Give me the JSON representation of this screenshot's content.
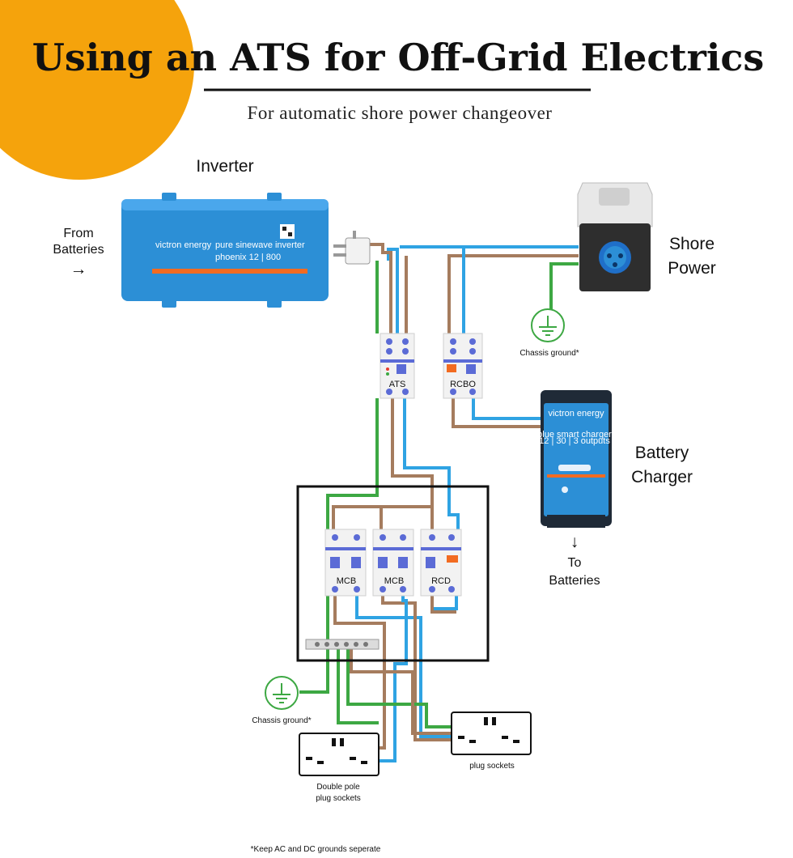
{
  "title": "Using an ATS for Off-Grid Electrics",
  "subtitle": "For automatic shore power changeover",
  "colors": {
    "accent_circle": "#f5a30c",
    "live_wire": "#a57c5e",
    "neutral_wire": "#2fa3e3",
    "earth_wire": "#3da843",
    "device_blue": "#2c8fd6",
    "device_orange": "#f26b21"
  },
  "inverter": {
    "heading": "Inverter",
    "brand": "victron energy",
    "model_line1": "pure sinewave inverter",
    "model_line2": "phoenix 12 | 800"
  },
  "from_batteries": {
    "line1": "From",
    "line2": "Batteries",
    "arrow": "→"
  },
  "shore_power": {
    "line1": "Shore",
    "line2": "Power"
  },
  "chassis_ground_top": "Chassis ground*",
  "chassis_ground_bottom": "Chassis ground*",
  "ats_label": "ATS",
  "rcbo_label": "RCBO",
  "charger": {
    "line1": "Battery",
    "line2": "Charger",
    "brand": "victron energy",
    "model": "blue smart charger",
    "spec": "12 | 30 | 3 outputs"
  },
  "to_batteries": {
    "arrow": "↓",
    "line1": "To",
    "line2": "Batteries"
  },
  "board": {
    "mcb1": "MCB",
    "mcb2": "MCB",
    "rcd": "RCD"
  },
  "sockets_left": {
    "line1": "Double pole",
    "line2": "plug sockets"
  },
  "sockets_right": "plug sockets",
  "footnote": "*Keep AC and DC grounds seperate"
}
